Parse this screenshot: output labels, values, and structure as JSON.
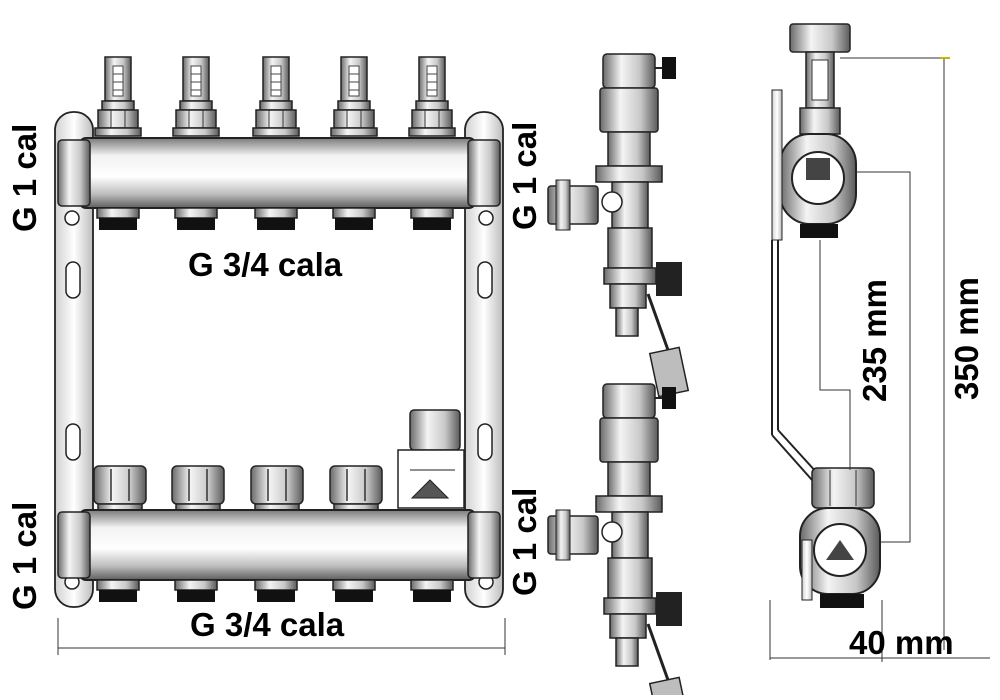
{
  "labels": {
    "inlet_thread_top_left": "G 1 cal",
    "inlet_thread_bottom_left": "G 1 cal",
    "inlet_thread_top_side": "G 1 cal",
    "inlet_thread_bottom_side": "G 1 cal",
    "top_outlet_thread": "G 3/4 cala",
    "bottom_outlet_thread": "G 3/4 cala",
    "axis_distance": "235 mm",
    "total_height": "350 mm",
    "depth_dimension": "40 mm"
  },
  "colors": {
    "ink": "#000000",
    "metal_light": "#f2f2f2",
    "metal_dark": "#5e5e5e",
    "dimension_accent": "#c8b400"
  }
}
